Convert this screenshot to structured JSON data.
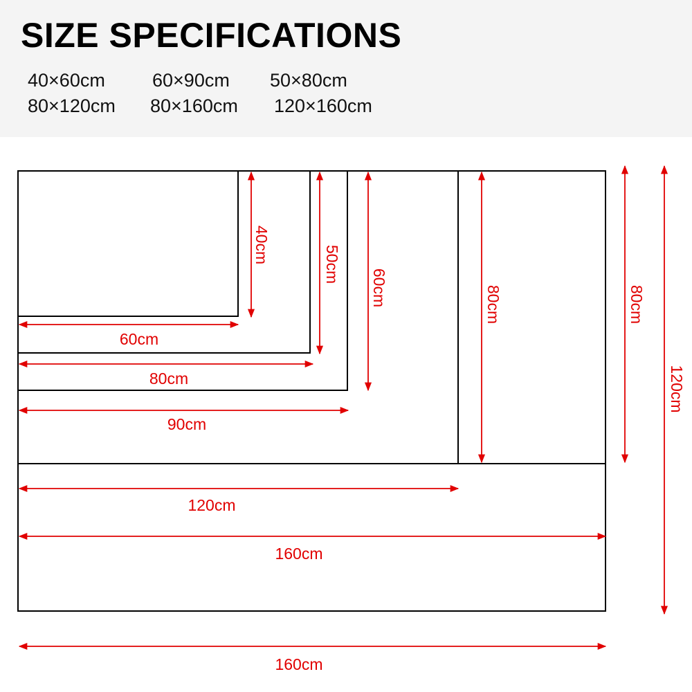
{
  "header": {
    "title": "SIZE SPECIFICATIONS",
    "sizes": [
      "40×60cm",
      "60×90cm",
      "50×80cm",
      "80×120cm",
      "80×160cm",
      "120×160cm"
    ]
  },
  "diagram": {
    "labels": {
      "h40": "40cm",
      "h50": "50cm",
      "h60": "60cm",
      "h80_inner": "80cm",
      "h80_outer": "80cm",
      "h120": "120cm",
      "w60": "60cm",
      "w80": "80cm",
      "w90": "90cm",
      "w120": "120cm",
      "w160_inner": "160cm",
      "w160_outer": "160cm"
    },
    "colors": {
      "outline": "#000000",
      "dimension": "#e10000"
    }
  }
}
